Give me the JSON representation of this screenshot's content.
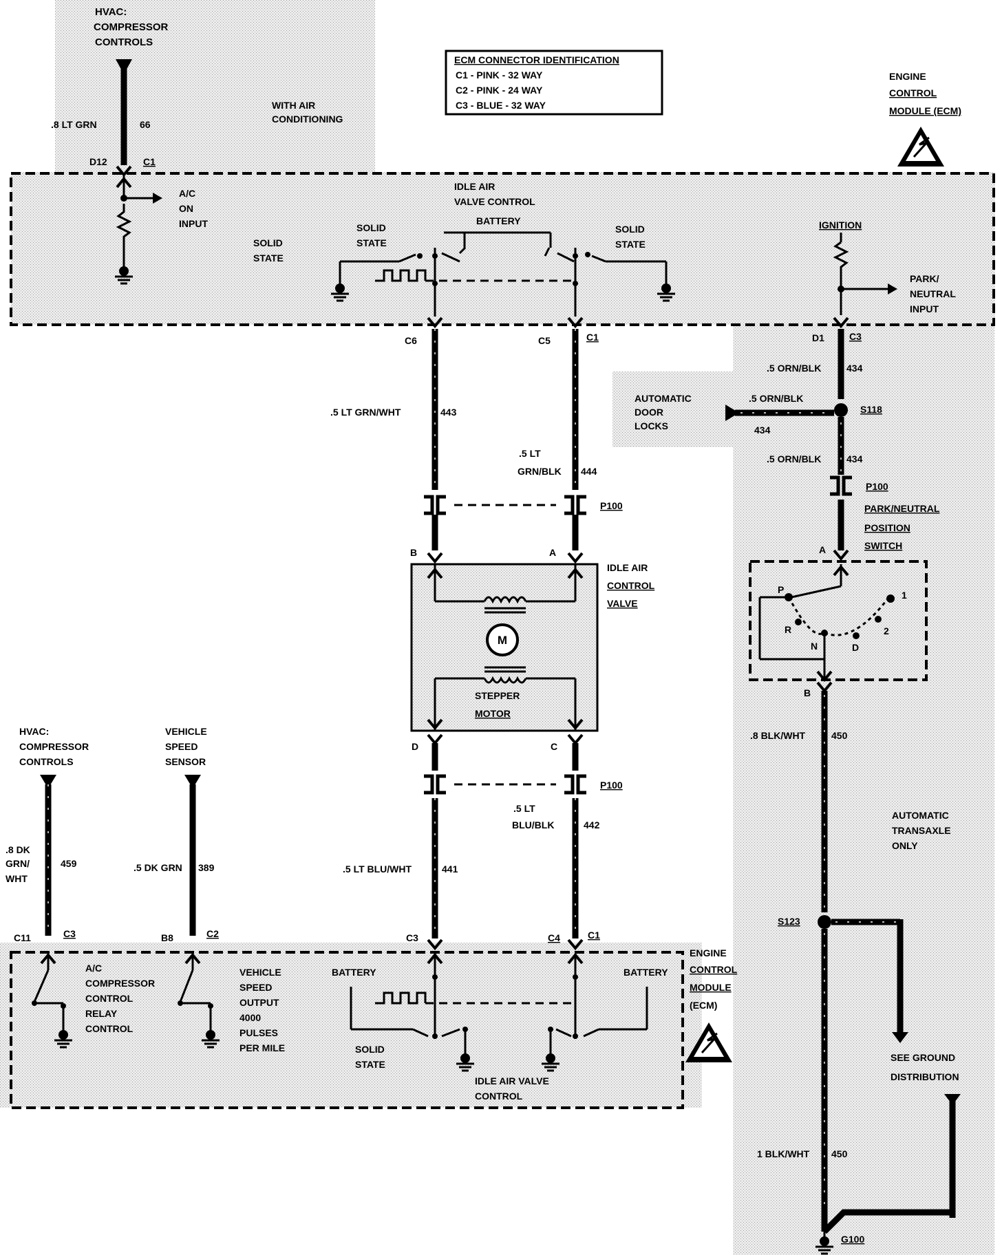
{
  "colors": {
    "background": "#ffffff",
    "ink": "#000000",
    "shade": "#d9d9d9"
  },
  "connector_id": {
    "title": "ECM CONNECTOR IDENTIFICATION",
    "rows": [
      "C1 - PINK - 32 WAY",
      "C2 - PINK - 24 WAY",
      "C3 - BLUE - 32 WAY"
    ]
  },
  "top_left": {
    "source": [
      "HVAC:",
      "COMPRESSOR",
      "CONTROLS"
    ],
    "wire": ".8 LT GRN",
    "circuit": "66",
    "pin": "D12",
    "conn": "C1",
    "with_ac": [
      "WITH AIR",
      "CONDITIONING"
    ],
    "ac_on": [
      "A/C",
      "ON",
      "INPUT"
    ],
    "solid_state_left": [
      "SOLID",
      "STATE"
    ]
  },
  "ecm_top": {
    "label": [
      "ENGINE",
      "CONTROL",
      "MODULE (ECM)"
    ],
    "iac_ctrl": [
      "IDLE AIR",
      "VALVE CONTROL"
    ],
    "battery": "BATTERY",
    "solid_state_mid": [
      "SOLID",
      "STATE"
    ],
    "solid_state_right": [
      "SOLID",
      "STATE"
    ],
    "ignition": "IGNITION",
    "park_neutral_input": [
      "PARK/",
      "NEUTRAL",
      "INPUT"
    ]
  },
  "iac_wires_top": {
    "pin_left": "C6",
    "pin_right": "C5",
    "conn": "C1",
    "wire_left": ".5 LT GRN/WHT",
    "circuit_left": "443",
    "wire_right": [
      ".5 LT",
      "GRN/BLK"
    ],
    "circuit_right": "444",
    "connector": "P100",
    "term_left": "B",
    "term_right": "A"
  },
  "iac_valve": {
    "label": [
      "IDLE AIR",
      "CONTROL",
      "VALVE"
    ],
    "motor": "M",
    "stepper": [
      "STEPPER",
      "MOTOR"
    ]
  },
  "iac_wires_bottom": {
    "term_left": "D",
    "term_right": "C",
    "connector": "P100",
    "wire_left": ".5 LT BLU/WHT",
    "circuit_left": "441",
    "wire_right": [
      ".5 LT",
      "BLU/BLK"
    ],
    "circuit_right": "442",
    "pin_left": "C3",
    "pin_right": "C4",
    "conn": "C1"
  },
  "bottom_left": {
    "hvac": [
      "HVAC:",
      "COMPRESSOR",
      "CONTROLS"
    ],
    "hvac_wire": [
      ".8 DK",
      "GRN/",
      "WHT"
    ],
    "hvac_circuit": "459",
    "hvac_pin": "C11",
    "hvac_conn": "C3",
    "vss": [
      "VEHICLE",
      "SPEED",
      "SENSOR"
    ],
    "vss_wire": ".5 DK GRN",
    "vss_circuit": "389",
    "vss_pin": "B8",
    "vss_conn": "C2"
  },
  "ecm_bottom": {
    "ac_relay": [
      "A/C",
      "COMPRESSOR",
      "CONTROL",
      "RELAY",
      "CONTROL"
    ],
    "vso": [
      "VEHICLE",
      "SPEED",
      "OUTPUT",
      "4000",
      "PULSES",
      "PER MILE"
    ],
    "battery_left": "BATTERY",
    "battery_right": "BATTERY",
    "solid_state": [
      "SOLID",
      "STATE"
    ],
    "iac_ctrl": [
      "IDLE AIR VALVE",
      "CONTROL"
    ],
    "label": [
      "ENGINE",
      "CONTROL",
      "MODULE",
      "(ECM)"
    ]
  },
  "right_side": {
    "pin": "D1",
    "conn": "C3",
    "wire1": ".5 ORN/BLK",
    "circuit1": "434",
    "door_locks": [
      "AUTOMATIC",
      "DOOR",
      "LOCKS"
    ],
    "door_wire": ".5 ORN/BLK",
    "door_circuit": "434",
    "splice1": "S118",
    "wire2": ".5 ORN/BLK",
    "circuit2": "434",
    "connector": "P100",
    "switch_label": [
      "PARK/NEUTRAL",
      "POSITION",
      "SWITCH"
    ],
    "term_a": "A",
    "term_b": "B",
    "positions": {
      "p": "P",
      "r": "R",
      "n": "N",
      "d": "D",
      "two": "2",
      "one": "1"
    },
    "wire3": ".8 BLK/WHT",
    "circuit3": "450",
    "auto_trans": [
      "AUTOMATIC",
      "TRANSAXLE",
      "ONLY"
    ],
    "splice2": "S123",
    "see_ground": [
      "SEE GROUND",
      "DISTRIBUTION"
    ],
    "wire4": "1 BLK/WHT",
    "circuit4": "450",
    "ground": "G100"
  }
}
